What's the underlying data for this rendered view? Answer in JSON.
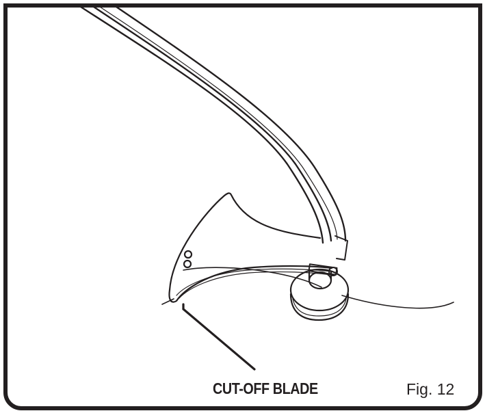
{
  "figure": {
    "label": "Fig. 12",
    "callout": "CUT-OFF BLADE",
    "subject": "string trimmer head with guard and cut-off blade"
  },
  "colors": {
    "ink": "#231f20",
    "background": "#ffffff"
  }
}
